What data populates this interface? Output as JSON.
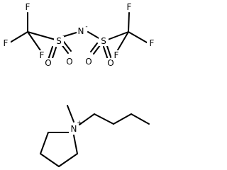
{
  "anion": {
    "left_cf3": {
      "f_top": "F",
      "f_left": "F",
      "f_bottom": "F"
    },
    "s_left": "S",
    "o_left_down": "O",
    "o_left_right": "O",
    "n": "N",
    "n_charge": "-",
    "s_right": "S",
    "o_right_left": "O",
    "o_right_down": "O",
    "right_cf3": {
      "f_top": "F",
      "f_right": "F",
      "f_bottom": "F"
    }
  },
  "cation": {
    "n": "N",
    "n_charge": "+"
  }
}
